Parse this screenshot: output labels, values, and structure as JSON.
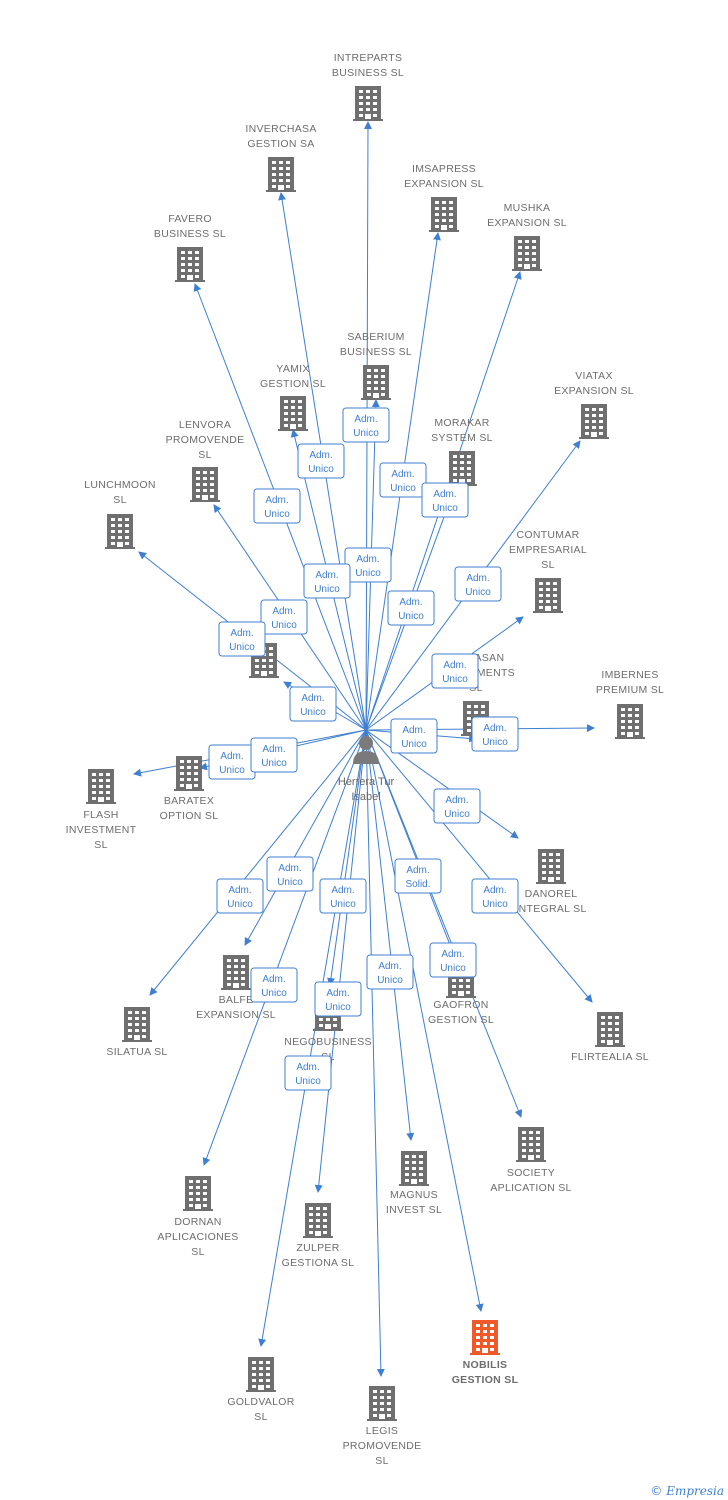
{
  "center": {
    "name_lines": [
      "Herrera Tur",
      "Isabel"
    ],
    "icon": "person-icon"
  },
  "colors": {
    "edge": "#3f7fd1",
    "building": "#6f6f6f",
    "highlight": "#f05a28",
    "label": "#6d6d6d"
  },
  "nodes": [
    {
      "id": "intreparts",
      "lines": [
        "INTREPARTS",
        "BUSINESS  SL"
      ],
      "icon": "building-icon"
    },
    {
      "id": "inverchasa",
      "lines": [
        "INVERCHASA",
        "GESTION SA"
      ],
      "icon": "building-icon"
    },
    {
      "id": "imsapress",
      "lines": [
        "IMSAPRESS",
        "EXPANSION  SL"
      ],
      "icon": "building-icon"
    },
    {
      "id": "mushka",
      "lines": [
        "MUSHKA",
        "EXPANSION  SL"
      ],
      "icon": "building-icon"
    },
    {
      "id": "favero",
      "lines": [
        "FAVERO",
        "BUSINESS  SL"
      ],
      "icon": "building-icon"
    },
    {
      "id": "saberium",
      "lines": [
        "SABERIUM",
        "BUSINESS  SL"
      ],
      "icon": "building-icon"
    },
    {
      "id": "yamix",
      "lines": [
        "YAMIX",
        "GESTION  SL"
      ],
      "icon": "building-icon"
    },
    {
      "id": "viatax",
      "lines": [
        "VIATAX",
        "EXPANSION  SL"
      ],
      "icon": "building-icon"
    },
    {
      "id": "lenvora",
      "lines": [
        "LENVORA",
        "PROMOVENDE",
        "SL"
      ],
      "icon": "building-icon"
    },
    {
      "id": "morakar",
      "lines": [
        "MORAKAR",
        "SYSTEM  SL"
      ],
      "icon": "building-icon"
    },
    {
      "id": "lunchmoon",
      "lines": [
        "LUNCHMOON",
        "SL"
      ],
      "icon": "building-icon"
    },
    {
      "id": "contumar",
      "lines": [
        "CONTUMAR",
        "EMPRESARIAL",
        "SL"
      ],
      "icon": "building-icon"
    },
    {
      "id": "unnamed",
      "lines": [],
      "icon": "building-icon"
    },
    {
      "id": "bellasan",
      "lines": [
        "BELLASAN",
        "INVESTMENTS",
        "SL"
      ],
      "icon": "building-icon"
    },
    {
      "id": "imbernes",
      "lines": [
        "IMBERNES",
        "PREMIUM  SL"
      ],
      "icon": "building-icon"
    },
    {
      "id": "flash",
      "lines": [
        "FLASH",
        "INVESTMENT",
        "SL"
      ],
      "icon": "building-icon"
    },
    {
      "id": "baratex",
      "lines": [
        "BARATEX",
        "OPTION  SL"
      ],
      "icon": "building-icon"
    },
    {
      "id": "danorel",
      "lines": [
        "DANOREL",
        "INTEGRAL  SL"
      ],
      "icon": "building-icon"
    },
    {
      "id": "balfe",
      "lines": [
        "BALFE",
        "EXPANSION  SL"
      ],
      "icon": "building-icon"
    },
    {
      "id": "gaofron",
      "lines": [
        "GAOFRON",
        "GESTION  SL"
      ],
      "icon": "building-icon"
    },
    {
      "id": "silatua",
      "lines": [
        "SILATUA SL"
      ],
      "icon": "building-icon"
    },
    {
      "id": "negobusiness",
      "lines": [
        "NEGOBUSINESS",
        "SL"
      ],
      "icon": "building-icon"
    },
    {
      "id": "flirtealia",
      "lines": [
        "FLIRTEALIA  SL"
      ],
      "icon": "building-icon"
    },
    {
      "id": "society",
      "lines": [
        "SOCIETY",
        "APLICATION SL"
      ],
      "icon": "building-icon"
    },
    {
      "id": "dornan",
      "lines": [
        "DORNAN",
        "APLICACIONES",
        "SL"
      ],
      "icon": "building-icon"
    },
    {
      "id": "magnus",
      "lines": [
        "MAGNUS",
        "INVEST  SL"
      ],
      "icon": "building-icon"
    },
    {
      "id": "zulper",
      "lines": [
        "ZULPER",
        "GESTIONA SL"
      ],
      "icon": "building-icon"
    },
    {
      "id": "nobilis",
      "lines": [
        "NOBILIS",
        "GESTION  SL"
      ],
      "icon": "building-icon",
      "highlight": true
    },
    {
      "id": "goldvalor",
      "lines": [
        "GOLDVALOR",
        "SL"
      ],
      "icon": "building-icon"
    },
    {
      "id": "legis",
      "lines": [
        "LEGIS",
        "PROMOVENDE",
        "SL"
      ],
      "icon": "building-icon"
    }
  ],
  "role_labels": [
    {
      "lines": [
        "Adm.",
        "Unico"
      ]
    },
    {
      "lines": [
        "Adm.",
        "Unico"
      ]
    },
    {
      "lines": [
        "Adm.",
        "Unico"
      ]
    },
    {
      "lines": [
        "Adm.",
        "Unico"
      ]
    },
    {
      "lines": [
        "Adm.",
        "Unico"
      ]
    },
    {
      "lines": [
        "Adm.",
        "Unico"
      ]
    },
    {
      "lines": [
        "Adm.",
        "Unico"
      ]
    },
    {
      "lines": [
        "Adm.",
        "Unico"
      ]
    },
    {
      "lines": [
        "Adm.",
        "Unico"
      ]
    },
    {
      "lines": [
        "Adm.",
        "Unico"
      ]
    },
    {
      "lines": [
        "Adm.",
        "Unico"
      ]
    },
    {
      "lines": [
        "Adm.",
        "Unico"
      ]
    },
    {
      "lines": [
        "Adm.",
        "Unico"
      ]
    },
    {
      "lines": [
        "Adm.",
        "Unico"
      ]
    },
    {
      "lines": [
        "Adm.",
        "Unico"
      ]
    },
    {
      "lines": [
        "Adm.",
        "Unico"
      ]
    },
    {
      "lines": [
        "Adm.",
        "Unico"
      ]
    },
    {
      "lines": [
        "Adm.",
        "Unico"
      ]
    },
    {
      "lines": [
        "Adm.",
        "Unico"
      ]
    },
    {
      "lines": [
        "Adm.",
        "Unico"
      ]
    },
    {
      "lines": [
        "Adm.",
        "Unico"
      ]
    },
    {
      "lines": [
        "Adm.",
        "Solid."
      ]
    },
    {
      "lines": [
        "Adm.",
        "Unico"
      ]
    },
    {
      "lines": [
        "Adm.",
        "Unico"
      ]
    },
    {
      "lines": [
        "Adm.",
        "Unico"
      ]
    },
    {
      "lines": [
        "Adm.",
        "Unico"
      ]
    },
    {
      "lines": [
        "Adm.",
        "Unico"
      ]
    },
    {
      "lines": [
        "Adm.",
        "Unico"
      ]
    }
  ],
  "footer": {
    "copyright": "©",
    "brand": "Empresia"
  }
}
